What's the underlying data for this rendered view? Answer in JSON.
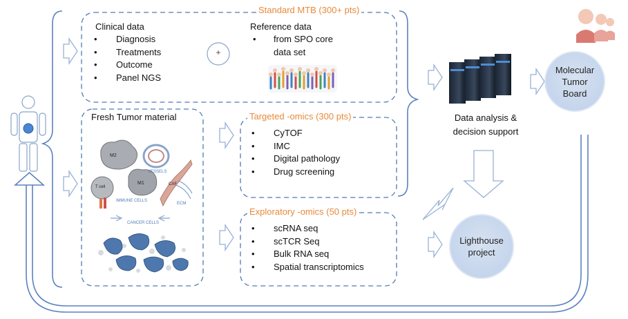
{
  "standard_mtb": {
    "title": "Standard MTB (300+ pts)",
    "clinical": {
      "heading": "Clinical data",
      "items": [
        "Diagnosis",
        "Treatments",
        "Outcome",
        "Panel NGS"
      ]
    },
    "plus": "+",
    "reference": {
      "heading": "Reference data",
      "items": [
        "from SPO core",
        "data set"
      ]
    }
  },
  "fresh_tumor": {
    "heading": "Fresh Tumor material",
    "labels": {
      "m2": "M2",
      "vessels": "VESSELS",
      "m1": "M1",
      "tcell": "T cell",
      "caf": "CAF",
      "immune": "IMMUNE CELLS",
      "ecm": "ECM",
      "cancer": "CANCER CELLS"
    }
  },
  "targeted": {
    "title": "Targeted -omics (300 pts)",
    "items": [
      "CyTOF",
      "IMC",
      "Digital pathology",
      "Drug screening"
    ]
  },
  "exploratory": {
    "title": "Exploratory -omics (50 pts)",
    "items": [
      "scRNA seq",
      "scTCR Seq",
      "Bulk RNA seq",
      "Spatial transcriptomics"
    ]
  },
  "analysis": {
    "label_line1": "Data analysis &",
    "label_line2": "decision support"
  },
  "mtb_board": {
    "line1": "Molecular",
    "line2": "Tumor",
    "line3": "Board"
  },
  "lighthouse": {
    "line1": "Lighthouse",
    "line2": "project"
  },
  "colors": {
    "dash": "#4f79b7",
    "bracket": "#5b82bf",
    "arrow_stroke": "#97b1d5",
    "circle_fill": "#c9d7ec",
    "orange": "#e8893a"
  }
}
